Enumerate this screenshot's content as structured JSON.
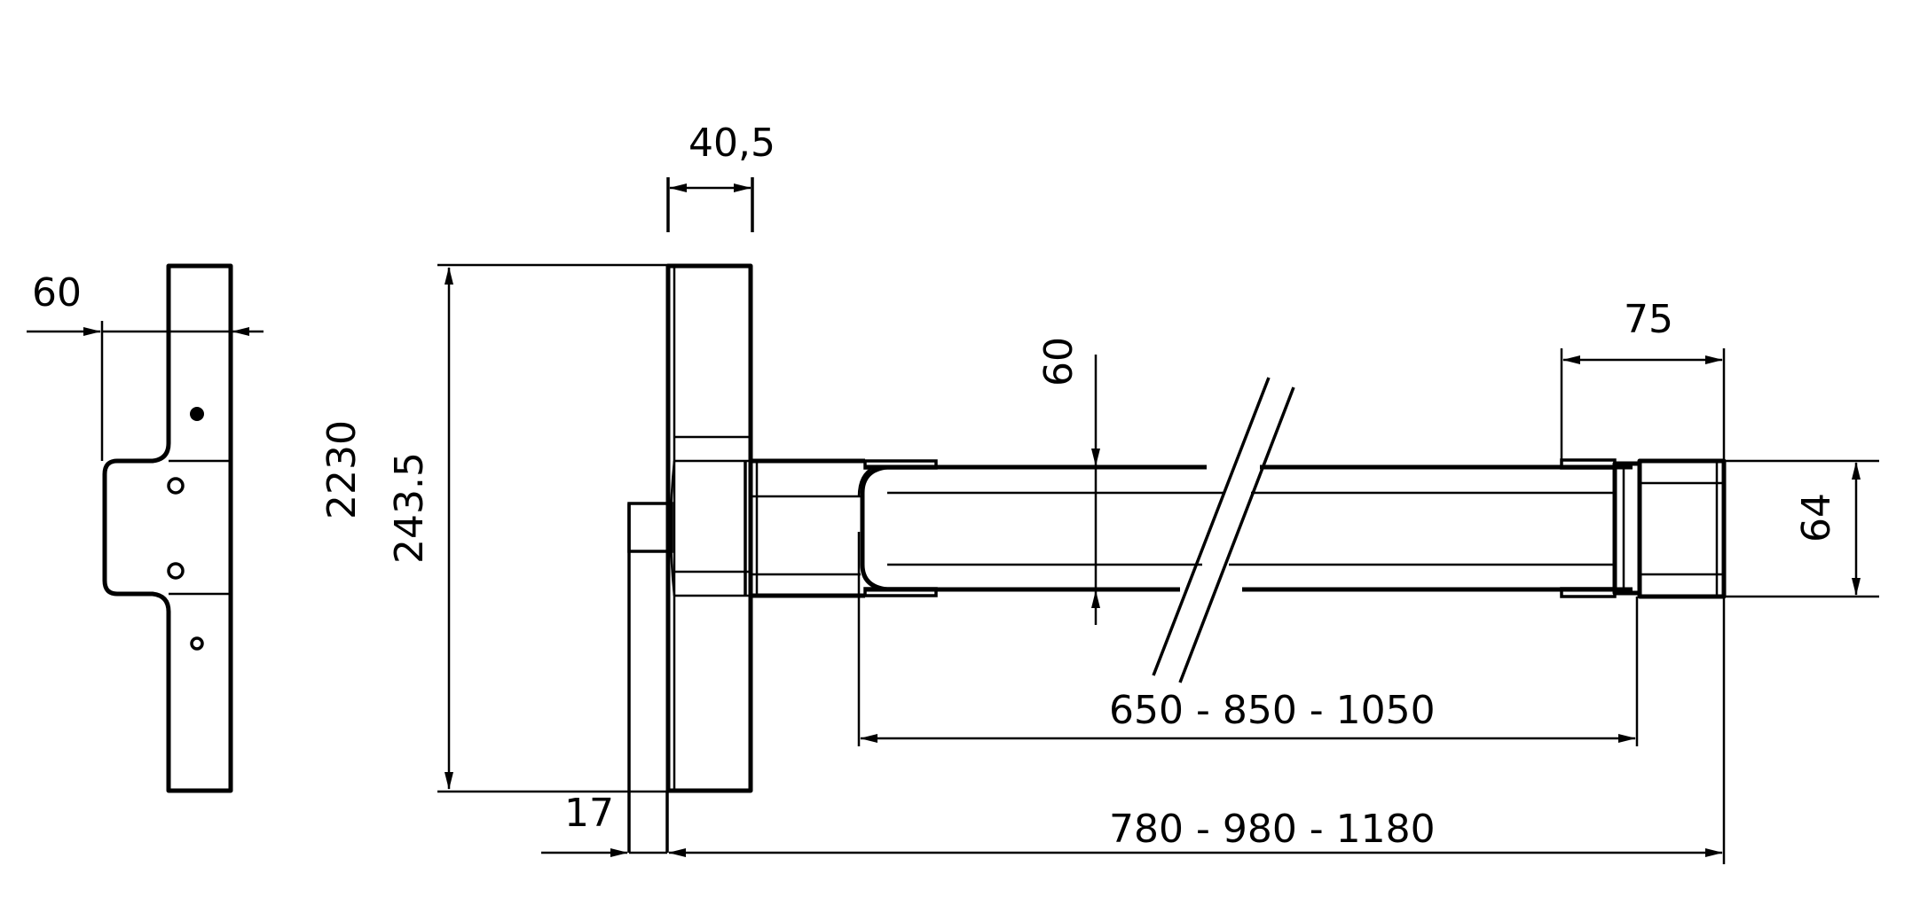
{
  "colors": {
    "line": "#000000",
    "background": "#ffffff"
  },
  "dimensions": {
    "side_width": "60",
    "depth_top": "40,5",
    "total_height": "2230",
    "plate_height": "243.5",
    "bar_height_label": "60",
    "end_cap_width": "75",
    "end_cap_height": "64",
    "inner_length": "650 - 850 - 1050",
    "offset_bottom": "17",
    "overall_length": "780 - 980 - 1180"
  }
}
